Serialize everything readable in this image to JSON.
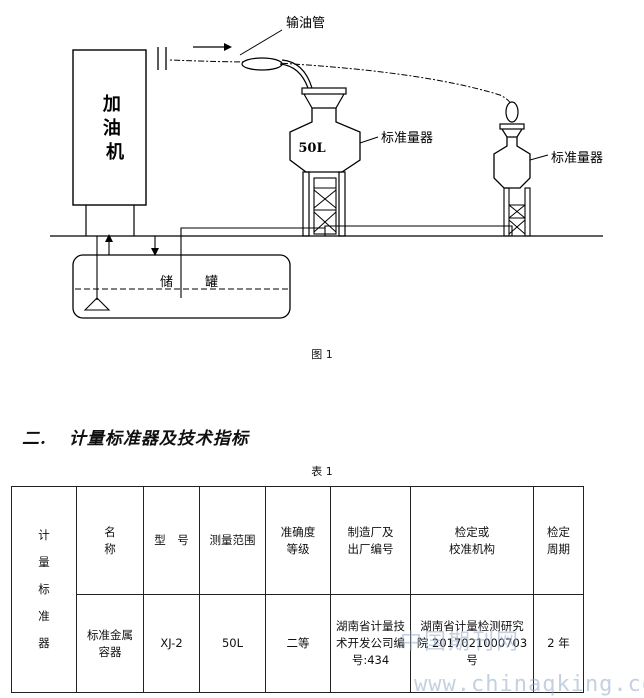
{
  "figure": {
    "labels": {
      "dispenser": "加油机",
      "pipe": "输油管",
      "standard_left": "标准量器",
      "standard_right": "标准量器",
      "volume": "50L",
      "tank_a": "储",
      "tank_b": "罐"
    },
    "caption": "图 1"
  },
  "section": {
    "number": "二.",
    "title": "计量标准器及技术指标"
  },
  "table": {
    "caption": "表 1",
    "row_header": [
      "计",
      "量",
      "标",
      "准",
      "器"
    ],
    "headers": [
      "名\n称",
      "型　号",
      "测量范围",
      "准确度\n等级",
      "制造厂及\n出厂编号",
      "检定或\n校准机构",
      "检定\n周期"
    ],
    "row": [
      "标准金属\n容器",
      "XJ-2",
      "50L",
      "二等",
      "湖南省计量技\n术开发公司编\n号:434",
      "湖南省计量检测研究\n院 2017021000703 号",
      "2 年"
    ]
  },
  "watermark": {
    "text": "中国期刊网",
    "url": "www.chinaqking.com"
  }
}
